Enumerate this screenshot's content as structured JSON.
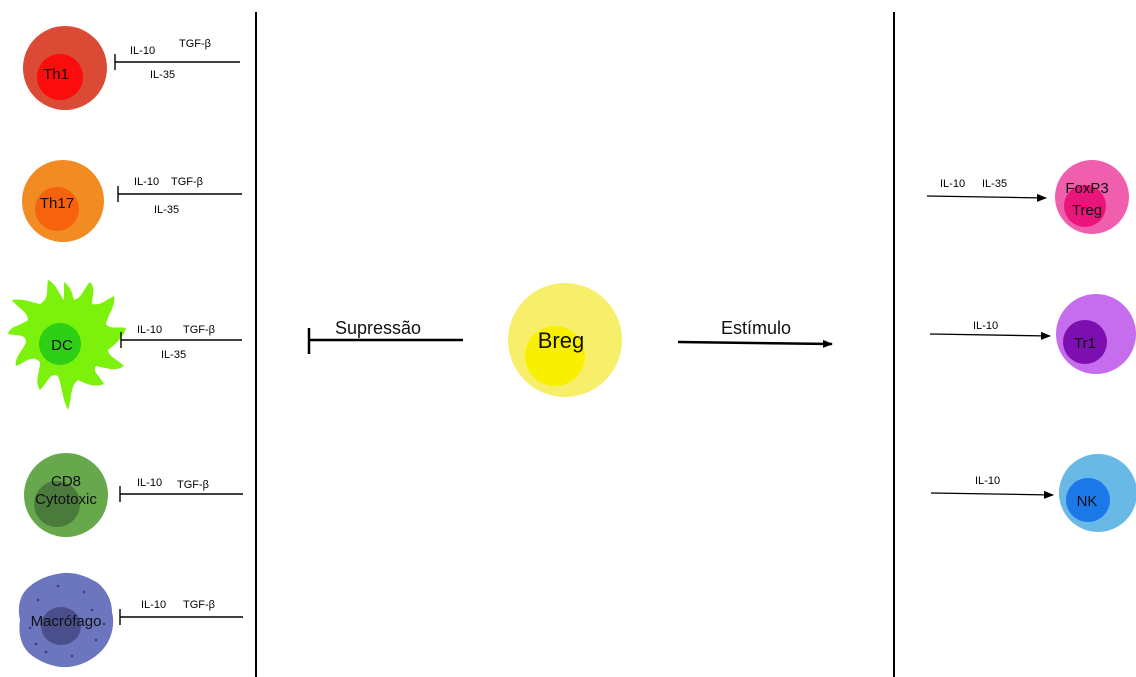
{
  "center": {
    "label": "Breg",
    "suppression_label": "Supressão",
    "stimulus_label": "Estímulo",
    "fill_outer": "#f7ef6a",
    "fill_inner": "#f9f000"
  },
  "left_cells": [
    {
      "id": "th1",
      "label": "Th1",
      "shape": "round-cell",
      "outer_color": "#db4a34",
      "inner_color": "#fb0d0d",
      "cytokines": {
        "a": "IL-10",
        "b": "TGF-β",
        "c": "IL-35"
      }
    },
    {
      "id": "th17",
      "label": "Th17",
      "shape": "round-cell",
      "outer_color": "#f28c22",
      "inner_color": "#f7630d",
      "cytokines": {
        "a": "IL-10",
        "b": "TGF-β",
        "c": "IL-35"
      }
    },
    {
      "id": "dc",
      "label": "DC",
      "shape": "dendritic-cell",
      "outer_color": "#7cf20c",
      "inner_color": "#2ccf14",
      "cytokines": {
        "a": "IL-10",
        "b": "TGF-β",
        "c": "IL-35"
      }
    },
    {
      "id": "cd8",
      "label": "CD8",
      "label2": "Cytotoxic",
      "shape": "round-cell",
      "outer_color": "#66a84b",
      "inner_color": "#4a7a3c",
      "cytokines": {
        "a": "IL-10",
        "b": "TGF-β"
      }
    },
    {
      "id": "macrophage",
      "label": "Macrófago",
      "shape": "macrophage",
      "outer_color": "#6b76bf",
      "inner_color": "#4a4f8c",
      "cytokines": {
        "a": "IL-10",
        "b": "TGF-β"
      }
    }
  ],
  "right_cells": [
    {
      "id": "treg",
      "label": "FoxP3",
      "label2": "Treg",
      "outer_color": "#ef5fae",
      "inner_color": "#e9157a",
      "cytokines": {
        "a": "IL-10",
        "b": "IL-35"
      }
    },
    {
      "id": "tr1",
      "label": "Tr1",
      "outer_color": "#c56ded",
      "inner_color": "#7d0fb0",
      "cytokines": {
        "a": "IL-10"
      }
    },
    {
      "id": "nk",
      "label": "NK",
      "outer_color": "#68b9e6",
      "inner_color": "#1a78e8",
      "cytokines": {
        "a": "IL-10"
      }
    }
  ]
}
